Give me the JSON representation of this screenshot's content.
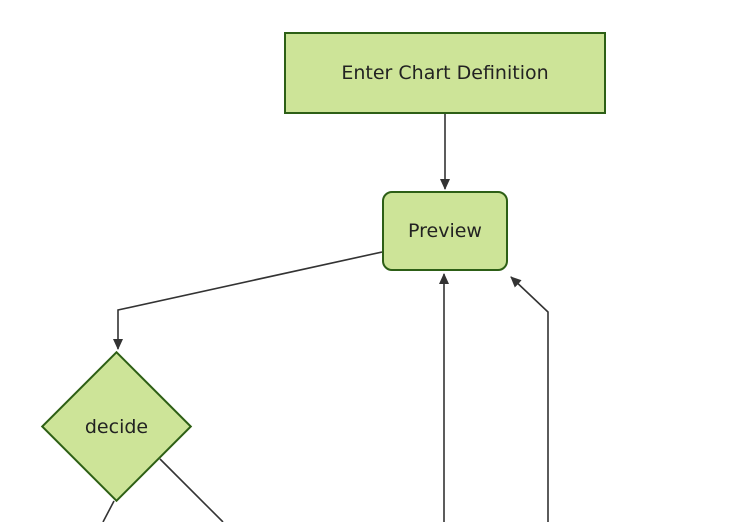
{
  "diagram": {
    "type": "flowchart",
    "direction": "top-down",
    "theme": {
      "node_fill": "#cde498",
      "node_border": "#2d5f16",
      "edge_color": "#333333",
      "text_color": "#222222",
      "canvas_bg": "#ffffff"
    },
    "nodes": [
      {
        "id": "enter-chart-definition",
        "label": "Enter Chart Definition",
        "shape": "rectangle"
      },
      {
        "id": "preview",
        "label": "Preview",
        "shape": "rounded-rectangle"
      },
      {
        "id": "decide",
        "label": "decide",
        "shape": "diamond"
      }
    ],
    "edges": [
      {
        "from": "enter-chart-definition",
        "to": "preview",
        "arrow": true
      },
      {
        "from": "preview",
        "to": "decide",
        "arrow": true
      },
      {
        "from": "offscreen-bottom",
        "to": "preview",
        "arrow": true
      },
      {
        "from": "offscreen-bottom-right",
        "to": "preview",
        "arrow": true
      },
      {
        "from": "decide",
        "to": "offscreen-bottom-left",
        "arrow": false
      },
      {
        "from": "decide",
        "to": "offscreen-bottom-right",
        "arrow": false
      }
    ]
  }
}
